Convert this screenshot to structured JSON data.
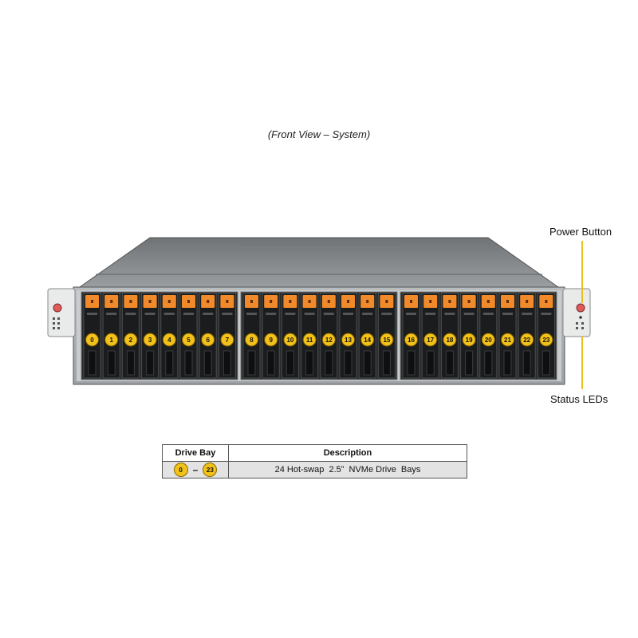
{
  "caption": "(Front View – System)",
  "callouts": {
    "power_button": "Power Button",
    "status_leds": "Status LEDs"
  },
  "drive_bays": [
    "0",
    "1",
    "2",
    "3",
    "4",
    "5",
    "6",
    "7",
    "8",
    "9",
    "10",
    "11",
    "12",
    "13",
    "14",
    "15",
    "16",
    "17",
    "18",
    "19",
    "20",
    "21",
    "22",
    "23"
  ],
  "legend": {
    "header_bay": "Drive Bay",
    "header_desc": "Description",
    "range_start": "0",
    "range_sep": "–",
    "range_end": "23",
    "description": "24 Hot-swap  2.5”  NVMe Drive  Bays"
  },
  "colors": {
    "accent_yellow": "#f2c21a",
    "drive_orange": "#f08a2a",
    "chassis_gray": "#8f9396"
  }
}
